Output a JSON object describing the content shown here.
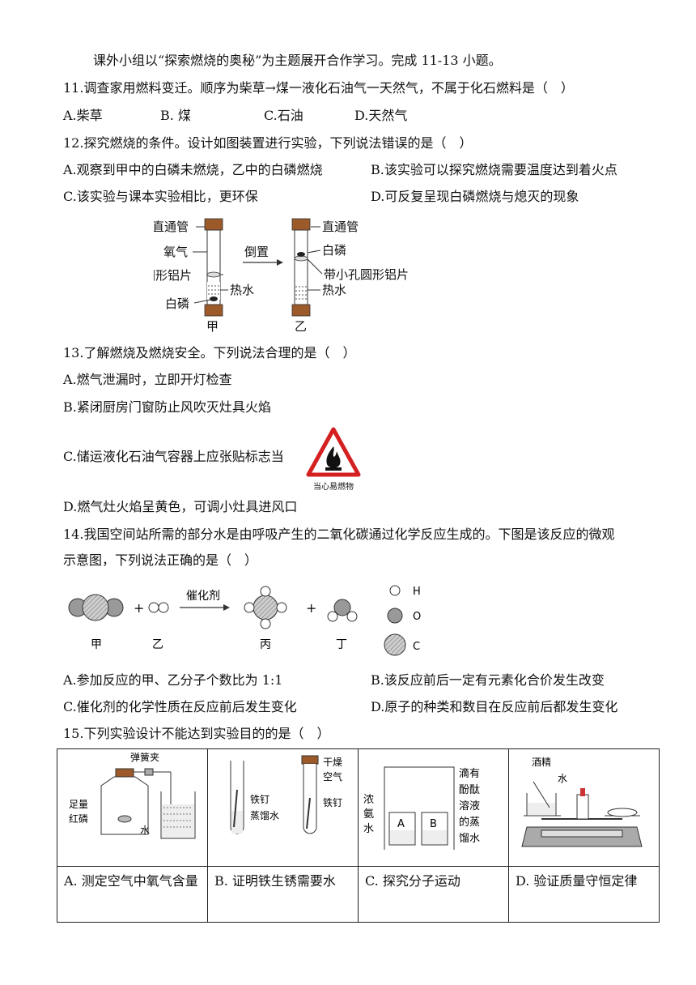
{
  "intro": "课外小组以“探索燃烧的奥秘”为主题展开合作学习。完成 11-13 小题。",
  "q11": {
    "stem": "11.调查家用燃料变迁。顺序为柴草→煤一液化石油气一天然气，不属于化石燃料是（　）",
    "options": [
      "A.柴草",
      "B. 煤",
      "C.石油",
      "D.天然气"
    ]
  },
  "q12": {
    "stem": "12.探究燃烧的条件。设计如图装置进行实验，下列说法错误的是（　）",
    "options": [
      "A.观察到甲中的白磷未燃烧，乙中的白磷燃烧",
      "B.该实验可以探究燃烧需要温度达到着火点",
      "C.该实验与课本实验相比，更环保",
      "D.可反复呈现白磷燃烧与熄灭的现象"
    ],
    "figure": {
      "left_labels": [
        "直通管",
        "氧气",
        "带小孔圆形铝片",
        "白磷"
      ],
      "hot_water_left": "热水",
      "arrow": "倒置",
      "right_labels": [
        "直通管",
        "白磷",
        "带小孔圆形铝片",
        "热水"
      ],
      "tube_a": "甲",
      "tube_b": "乙"
    }
  },
  "q13": {
    "stem": "13.了解燃烧及燃烧安全。下列说法合理的是（　）",
    "options": [
      "A.燃气泄漏时，立即开灯检查",
      "B.紧闭厨房门窗防止风吹灭灶具火焰",
      "C.储运液化石油气容器上应张贴标志当",
      "D.燃气灶火焰呈黄色，可调小灶具进风口"
    ],
    "sign_caption": "当心易燃物"
  },
  "q14": {
    "stem_line1": "14.我国空间站所需的部分水是由呼吸产生的二氧化碳通过化学反应生成的。下图是该反应的微观",
    "stem_line2": "示意图，下列说法正确的是（　）",
    "figure": {
      "catalyst": "催化剂",
      "plus": "+",
      "species": [
        "甲",
        "乙",
        "丙",
        "丁"
      ],
      "legend": [
        "H",
        "O",
        "C"
      ]
    },
    "options": [
      "A.参加反应的甲、乙分子个数比为 1:1",
      "B.该反应前后一定有元素化合价发生改变",
      "C.催化剂的化学性质在反应前后发生变化",
      "D.原子的种类和数目在反应前后都发生变化"
    ]
  },
  "q15": {
    "stem": "15.下列实验设计不能达到实验目的的是（　）",
    "cells": [
      {
        "caption": "A. 测定空气中氧气含量",
        "labels": [
          "弹簧夹",
          "足量",
          "红磷",
          "水"
        ]
      },
      {
        "caption": "B. 证明铁生锈需要水",
        "labels": [
          "铁钉",
          "蒸馏水",
          "干燥",
          "空气",
          "铁钉"
        ]
      },
      {
        "caption": "C. 探究分子运动",
        "labels": [
          "浓",
          "氨",
          "水",
          "A",
          "B",
          "滴有",
          "酚酞",
          "溶液",
          "的蒸",
          "馏水"
        ]
      },
      {
        "caption": "D. 验证质量守恒定律",
        "labels": [
          "酒精",
          "水"
        ]
      }
    ]
  }
}
